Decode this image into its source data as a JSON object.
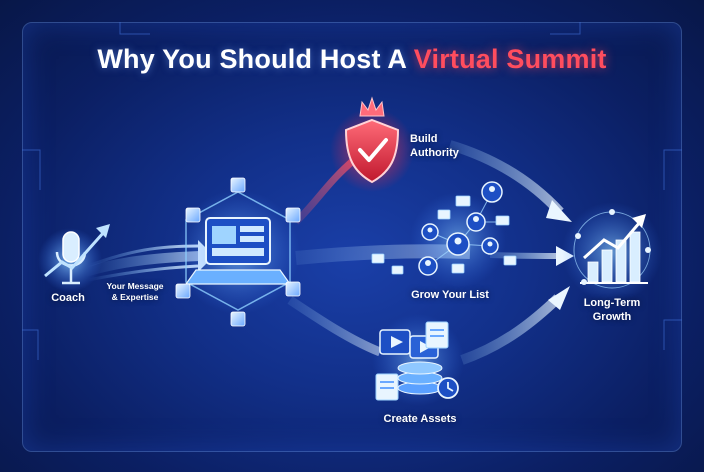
{
  "title": {
    "prefix": "Why You Should Host A ",
    "highlight": "Virtual Summit"
  },
  "nodes": {
    "coach": "Coach",
    "message_line1": "Your Message",
    "message_line2": "& Expertise",
    "authority_line1": "Build",
    "authority_line2": "Authority",
    "list": "Grow Your List",
    "assets": "Create Assets",
    "growth_line1": "Long-Term",
    "growth_line2": "Growth"
  },
  "colors": {
    "background": "#0b1f5e",
    "accent_red": "#ff4d5e",
    "glow_blue": "#7fc4ff"
  },
  "icons": [
    "microphone-icon",
    "platform-hub-icon",
    "shield-check-icon",
    "crown-icon",
    "contacts-network-icon",
    "envelope-icon",
    "media-assets-icon",
    "clock-icon",
    "growth-chart-icon"
  ]
}
